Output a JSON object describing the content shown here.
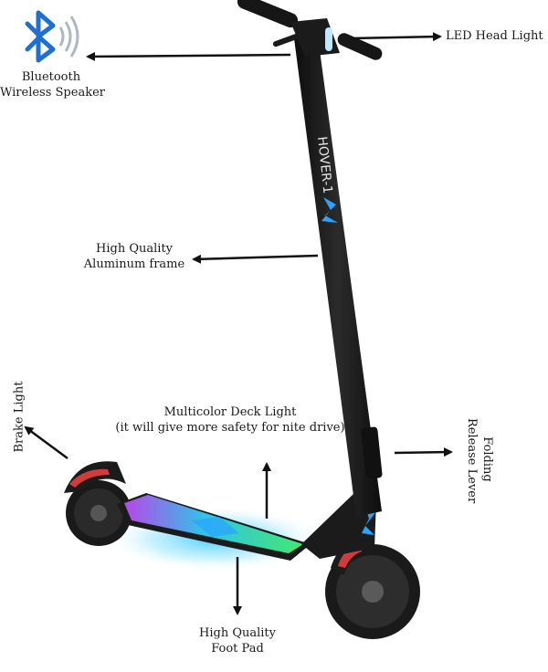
{
  "callouts": {
    "bluetooth": {
      "line1": "Bluetooth",
      "line2": "Wireless Speaker"
    },
    "led": {
      "text": "LED Head Light"
    },
    "frame": {
      "line1": "High Quality",
      "line2": "Aluminum frame"
    },
    "brake": {
      "text": "Brake Light"
    },
    "deck": {
      "line1": "Multicolor Deck Light",
      "line2": "(it will give more safety for nite drive)"
    },
    "folding": {
      "line1": "Folding",
      "line2": "Release Lever"
    },
    "foot": {
      "line1": "High Quality",
      "line2": "Foot Pad"
    }
  },
  "brand": {
    "stem_text": "HOVER-1"
  },
  "icons": {
    "bluetooth": "bluetooth-speaker-icon"
  },
  "colors": {
    "bluetooth_blue": "#1f6fd1",
    "deck_magenta": "#c84cff",
    "deck_cyan": "#33d6ff",
    "deck_green": "#46ff7a",
    "brake_red": "#d23b3b",
    "frame_black": "#1b1b1b",
    "accent_blue": "#2aa3ff"
  }
}
